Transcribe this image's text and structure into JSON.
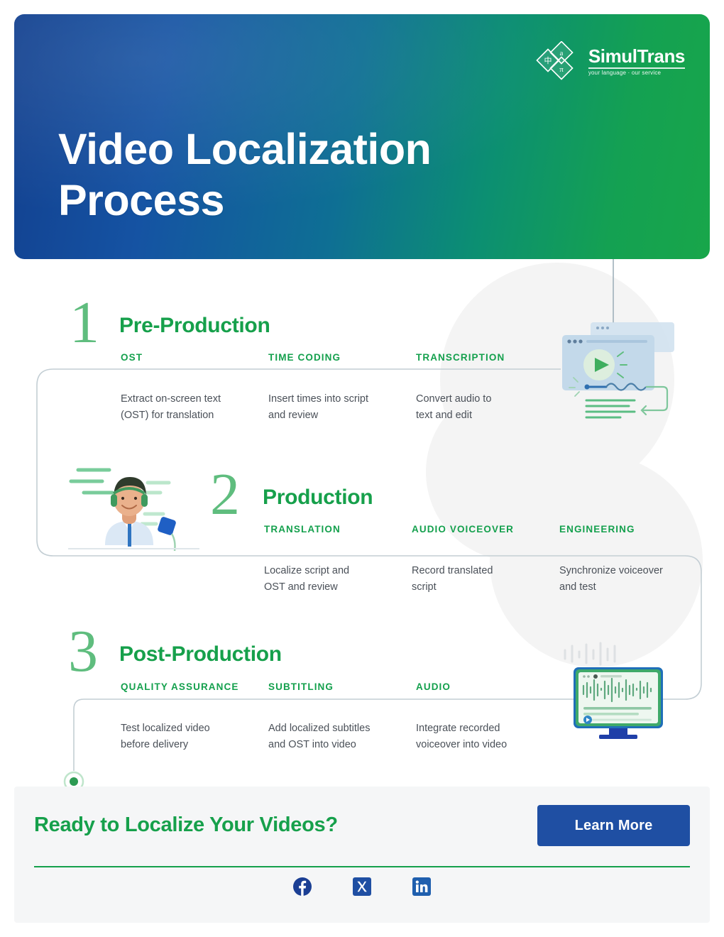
{
  "header": {
    "title": "Video Localization\nProcess",
    "logo": {
      "mark": "simultrans-diamond-logo",
      "wordmark": "SimulTrans",
      "tagline": "your language · our service"
    },
    "gradient_from": "#12408f",
    "gradient_to": "#18a64a"
  },
  "steps": [
    {
      "number": "1",
      "title": "Pre-Production",
      "illustration": "video-player-transcription-illustration",
      "columns": [
        {
          "head": "OST",
          "body": "Extract on-screen text\n(OST) for translation"
        },
        {
          "head": "TIME CODING",
          "body": "Insert times into script\nand review"
        },
        {
          "head": "TRANSCRIPTION",
          "body": "Convert audio to\ntext and edit"
        }
      ]
    },
    {
      "number": "2",
      "title": "Production",
      "illustration": "voiceover-talent-illustration",
      "columns": [
        {
          "head": "TRANSLATION",
          "body": "Localize script and\nOST and review"
        },
        {
          "head": "AUDIO VOICEOVER",
          "body": "Record translated\nscript"
        },
        {
          "head": "ENGINEERING",
          "body": "Synchronize voiceover\nand test"
        }
      ]
    },
    {
      "number": "3",
      "title": "Post-Production",
      "illustration": "audio-editing-monitor-illustration",
      "columns": [
        {
          "head": "QUALITY ASSURANCE",
          "body": "Test localized video\nbefore delivery"
        },
        {
          "head": "SUBTITLING",
          "body": "Add localized subtitles\nand OST into video"
        },
        {
          "head": "AUDIO",
          "body": "Integrate recorded\nvoiceover into video"
        }
      ]
    }
  ],
  "footer": {
    "cta_headline": "Ready to Localize Your Videos?",
    "cta_button_label": "Learn More",
    "socials": [
      {
        "name": "facebook-icon",
        "color": "#1b3f94"
      },
      {
        "name": "x-twitter-icon",
        "color": "#1f4fa3"
      },
      {
        "name": "linkedin-icon",
        "color": "#1f5fae"
      }
    ]
  },
  "colors": {
    "green": "#16a04b",
    "blue": "#1f4fa3",
    "body_text": "#4a5058",
    "number_green": "#5fbd7e"
  }
}
